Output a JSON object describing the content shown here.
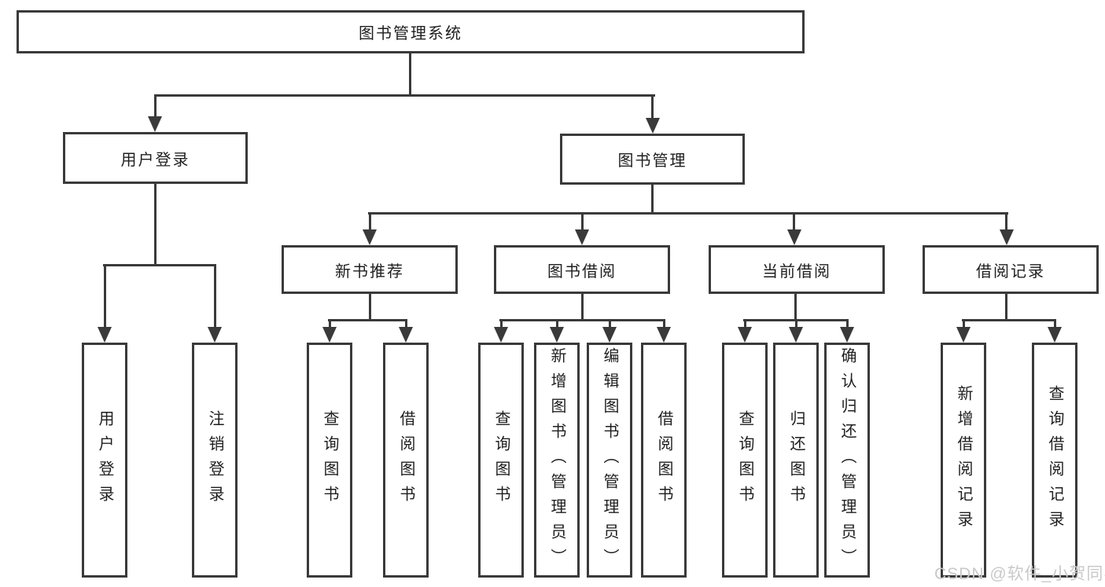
{
  "colors": {
    "line": "#3a3a3a",
    "node_text": "#1f1f1f",
    "watermark_text": "#c9c9c9",
    "background": "#ffffff"
  },
  "tree": {
    "root": {
      "label": "图书管理系统"
    },
    "branches": [
      {
        "label": "用户登录",
        "children": [
          {
            "label": "用户登录"
          },
          {
            "label": "注销登录"
          }
        ]
      },
      {
        "label": "图书管理",
        "children": [
          {
            "label": "新书推荐",
            "children": [
              {
                "label": "查询图书"
              },
              {
                "label": "借阅图书"
              }
            ]
          },
          {
            "label": "图书借阅",
            "children": [
              {
                "label": "查询图书"
              },
              {
                "label": "新增图书（管理员）"
              },
              {
                "label": "编辑图书（管理员）"
              },
              {
                "label": "借阅图书"
              }
            ]
          },
          {
            "label": "当前借阅",
            "children": [
              {
                "label": "查询图书"
              },
              {
                "label": "归还图书"
              },
              {
                "label": "确认归还（管理员）"
              }
            ]
          },
          {
            "label": "借阅记录",
            "children": [
              {
                "label": "新增借阅记录"
              },
              {
                "label": "查询借阅记录"
              }
            ]
          }
        ]
      }
    ]
  },
  "watermark": {
    "text": "CSDN @软件_小贺同学"
  }
}
